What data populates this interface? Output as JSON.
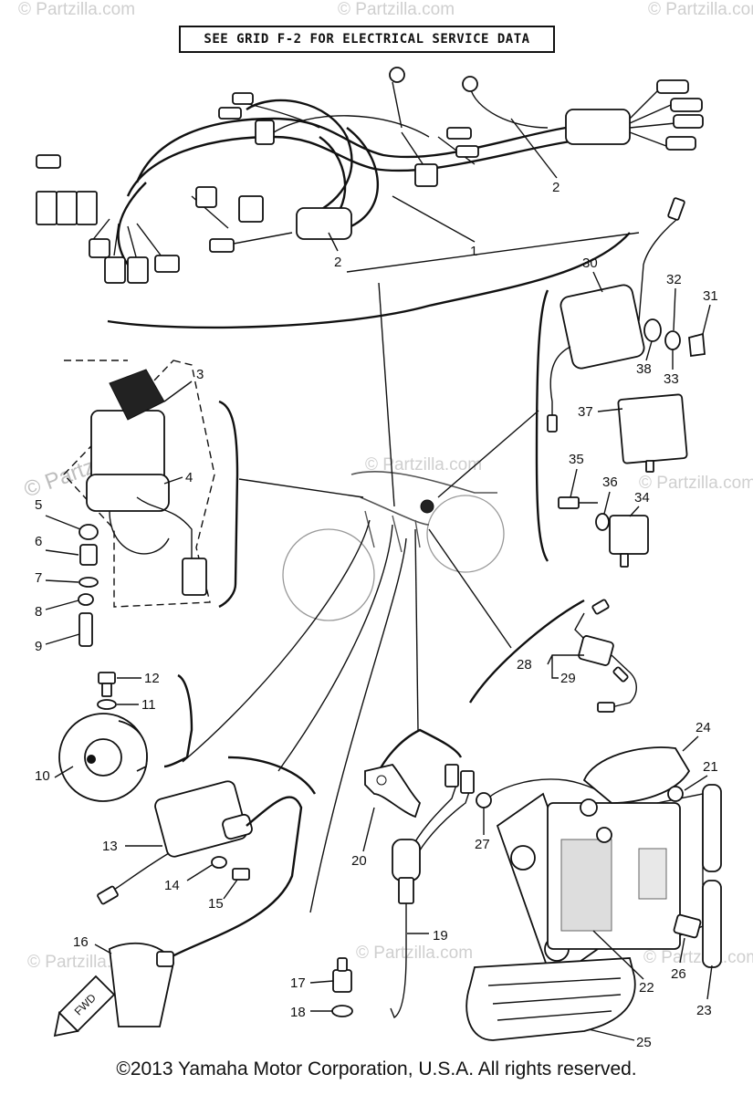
{
  "header": {
    "notice": "SEE GRID F-2 FOR ELECTRICAL SERVICE DATA"
  },
  "footer": {
    "copyright": "©2013  Yamaha Motor Corporation, U.S.A. All rights reserved."
  },
  "watermarks": [
    "© Partzilla.com",
    "© Partzilla.com",
    "© Partzilla.com",
    "© Partzilla.com",
    "© Partzilla.com",
    "© Partzilla.com",
    "© Partzilla.com",
    "© Partzilla.com",
    "© Partzilla.com"
  ],
  "callouts": {
    "n1": "1",
    "n2a": "2",
    "n2b": "2",
    "n3": "3",
    "n4": "4",
    "n5": "5",
    "n6": "6",
    "n7": "7",
    "n8": "8",
    "n9": "9",
    "n10": "10",
    "n11": "11",
    "n12": "12",
    "n13": "13",
    "n14": "14",
    "n15": "15",
    "n16": "16",
    "n17": "17",
    "n18": "18",
    "n19": "19",
    "n20": "20",
    "n21": "21",
    "n22": "22",
    "n23": "23",
    "n24": "24",
    "n25": "25",
    "n26": "26",
    "n27": "27",
    "n28": "28",
    "n29": "29",
    "n30": "30",
    "n31": "31",
    "n32": "32",
    "n33": "33",
    "n34": "34",
    "n35": "35",
    "n36": "36",
    "n37": "37",
    "n38": "38"
  },
  "fwd_label": "FWD"
}
